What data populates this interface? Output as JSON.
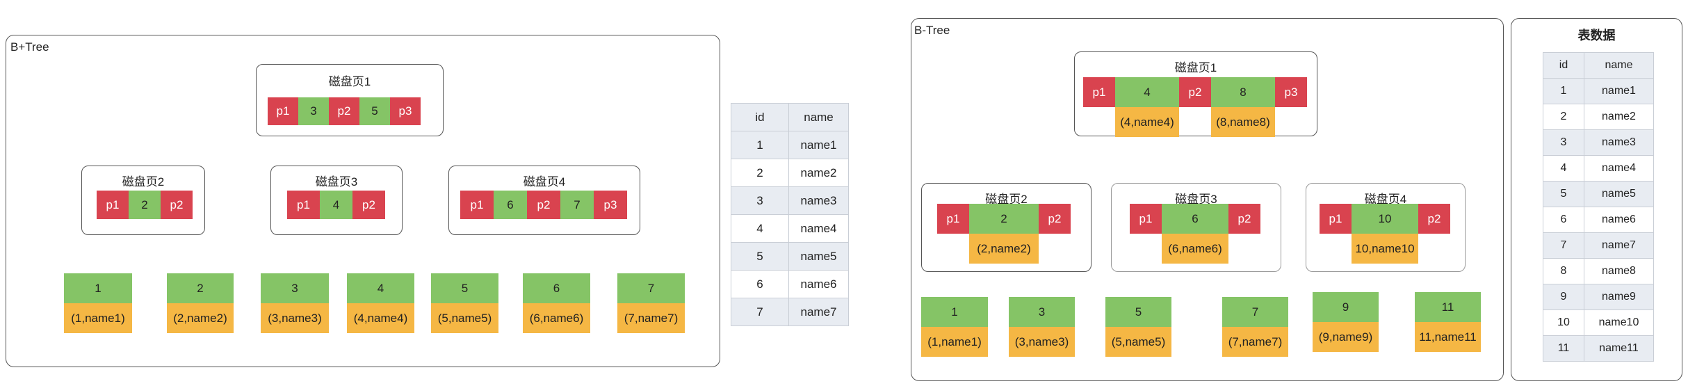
{
  "bplus": {
    "title": "B+Tree",
    "root": {
      "label": "磁盘页1",
      "cells": [
        "p1",
        "3",
        "p2",
        "5",
        "p3"
      ]
    },
    "mid": [
      {
        "label": "磁盘页2",
        "cells": [
          "p1",
          "2",
          "p2"
        ]
      },
      {
        "label": "磁盘页3",
        "cells": [
          "p1",
          "4",
          "p2"
        ]
      },
      {
        "label": "磁盘页4",
        "cells": [
          "p1",
          "6",
          "p2",
          "7",
          "p3"
        ]
      }
    ],
    "leaves": [
      {
        "key": "1",
        "val": "(1,name1)"
      },
      {
        "key": "2",
        "val": "(2,name2)"
      },
      {
        "key": "3",
        "val": "(3,name3)"
      },
      {
        "key": "4",
        "val": "(4,name4)"
      },
      {
        "key": "5",
        "val": "(5,name5)"
      },
      {
        "key": "6",
        "val": "(6,name6)"
      },
      {
        "key": "7",
        "val": "(7,name7)"
      }
    ]
  },
  "table1": {
    "headers": [
      "id",
      "name"
    ],
    "rows": [
      [
        "1",
        "name1"
      ],
      [
        "2",
        "name2"
      ],
      [
        "3",
        "name3"
      ],
      [
        "4",
        "name4"
      ],
      [
        "5",
        "name5"
      ],
      [
        "6",
        "name6"
      ],
      [
        "7",
        "name7"
      ]
    ]
  },
  "btree": {
    "title": "B-Tree",
    "root": {
      "label": "磁盘页1",
      "p": [
        "p1",
        "p2",
        "p3"
      ],
      "keys": [
        {
          "key": "4",
          "val": "(4,name4)"
        },
        {
          "key": "8",
          "val": "(8,name8)"
        }
      ]
    },
    "mid": [
      {
        "label": "磁盘页2",
        "p": [
          "p1",
          "p2"
        ],
        "key": "2",
        "val": "(2,name2)"
      },
      {
        "label": "磁盘页3",
        "p": [
          "p1",
          "p2"
        ],
        "key": "6",
        "val": "(6,name6)"
      },
      {
        "label": "磁盘页4",
        "p": [
          "p1",
          "p2"
        ],
        "key": "10",
        "val": "10,name10"
      }
    ],
    "leaves": [
      {
        "key": "1",
        "val": "(1,name1)"
      },
      {
        "key": "3",
        "val": "(3,name3)"
      },
      {
        "key": "5",
        "val": "(5,name5)"
      },
      {
        "key": "7",
        "val": "(7,name7)"
      },
      {
        "key": "9",
        "val": "(9,name9)"
      },
      {
        "key": "11",
        "val": "11,name11"
      }
    ]
  },
  "table2": {
    "title": "表数据",
    "headers": [
      "id",
      "name"
    ],
    "rows": [
      [
        "1",
        "name1"
      ],
      [
        "2",
        "name2"
      ],
      [
        "3",
        "name3"
      ],
      [
        "4",
        "name4"
      ],
      [
        "5",
        "name5"
      ],
      [
        "6",
        "name6"
      ],
      [
        "7",
        "name7"
      ],
      [
        "8",
        "name8"
      ],
      [
        "9",
        "name9"
      ],
      [
        "10",
        "name10"
      ],
      [
        "11",
        "name11"
      ]
    ]
  },
  "colors": {
    "pointer": "#d9434f",
    "key": "#85c466",
    "value": "#f5b744",
    "border": "#555555"
  }
}
